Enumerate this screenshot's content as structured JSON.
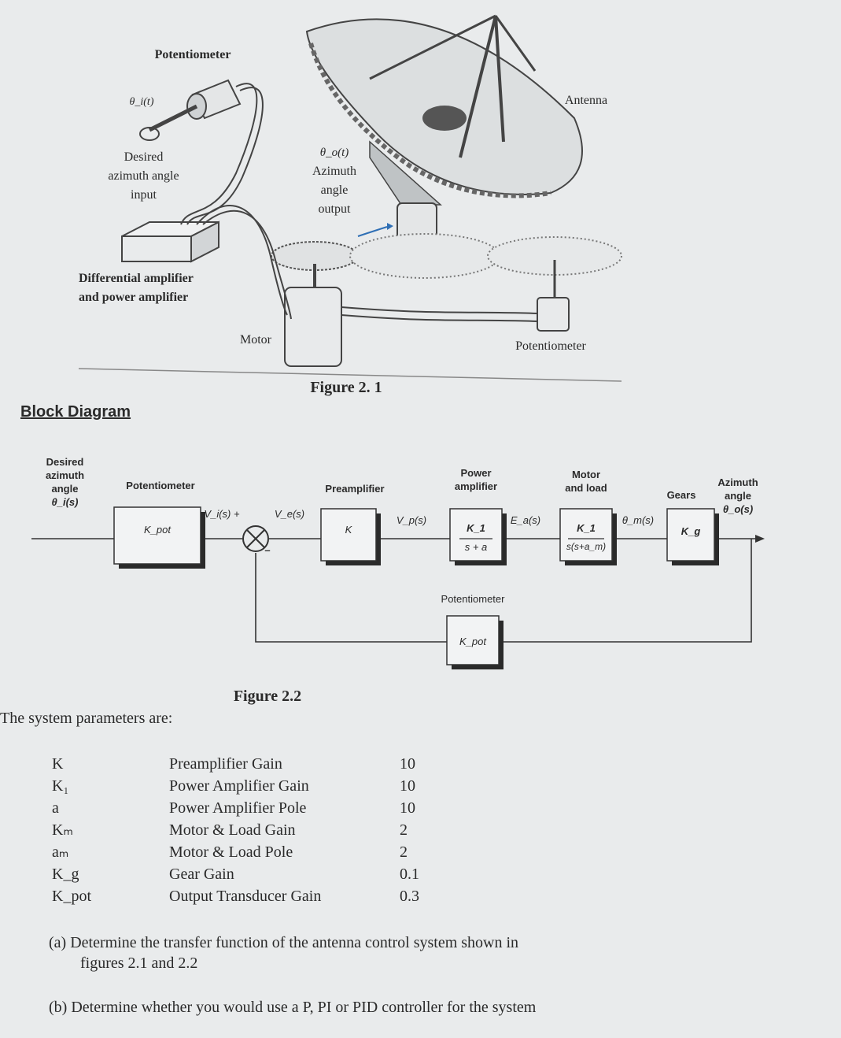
{
  "figure1": {
    "potentiometer_top": "Potentiometer",
    "theta_i_t": "θ_i(t)",
    "desired_input": [
      "Desired",
      "azimuth angle",
      "input"
    ],
    "theta_o_t": "θ_o(t)",
    "azimuth_output": [
      "Azimuth",
      "angle",
      "output"
    ],
    "antenna": "Antenna",
    "amplifier": [
      "Differential amplifier",
      "and power amplifier"
    ],
    "motor": "Motor",
    "potentiometer_right": "Potentiometer",
    "caption": "Figure 2. 1"
  },
  "block_diagram_heading": "Block Diagram",
  "figure2": {
    "input_label": [
      "Desired",
      "azimuth",
      "angle",
      "θ_i(s)"
    ],
    "potentiometer": "Potentiometer",
    "kpot": "K_pot",
    "vi_label": "V_i(s) +",
    "ve_label": "V_e(s)",
    "minus": "–",
    "preamplifier": "Preamplifier",
    "k": "K",
    "vp_label": "V_p(s)",
    "power_amplifier": [
      "Power",
      "amplifier"
    ],
    "pa_num": "K_1",
    "pa_den": "s + a",
    "ea_label": "E_a(s)",
    "motor_load": [
      "Motor",
      "and load"
    ],
    "ml_num": "K_1",
    "ml_den": "s(s+a_m)",
    "theta_m": "θ_m(s)",
    "gears": "Gears",
    "kg": "K_g",
    "output_label": [
      "Azimuth",
      "angle",
      "θ_o(s)"
    ],
    "feedback_potentiometer": "Potentiometer",
    "feedback_kpot": "K_pot",
    "caption": "Figure 2.2"
  },
  "params_intro": "The system parameters are:",
  "params": [
    {
      "symbol": "K",
      "desc": "Preamplifier Gain",
      "value": "10"
    },
    {
      "symbol": "K₁",
      "desc": "Power Amplifier Gain",
      "value": "10"
    },
    {
      "symbol": "a",
      "desc": "Power Amplifier Pole",
      "value": "10"
    },
    {
      "symbol": "Kₘ",
      "desc": "Motor & Load Gain",
      "value": "2"
    },
    {
      "symbol": "aₘ",
      "desc": "Motor & Load Pole",
      "value": "2"
    },
    {
      "symbol": "K_g",
      "desc": "Gear Gain",
      "value": "0.1"
    },
    {
      "symbol": "K_pot",
      "desc": "Output Transducer Gain",
      "value": "0.3"
    }
  ],
  "questions": {
    "a_line1": "(a) Determine the transfer function of the antenna control system shown in",
    "a_line2": "figures 2.1 and 2.2",
    "b": "(b) Determine whether you would use a P, PI or PID controller for the system"
  }
}
